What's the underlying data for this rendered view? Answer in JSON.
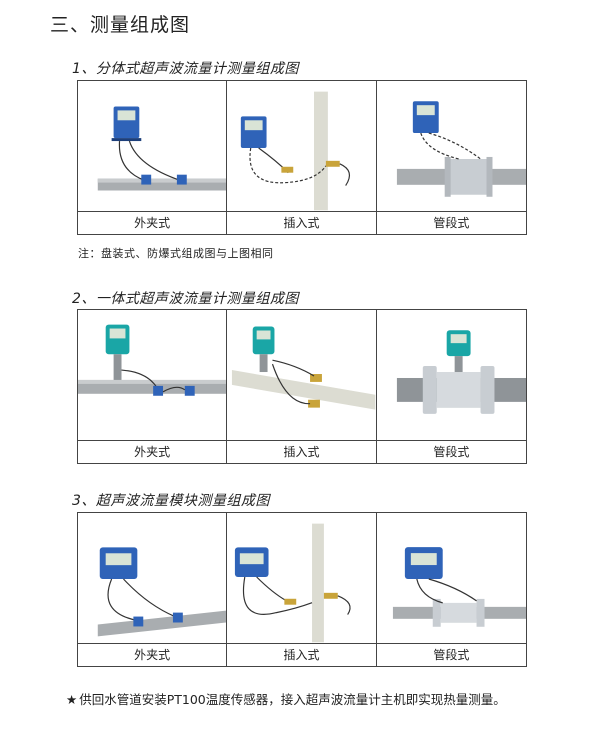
{
  "main_title": "三、测量组成图",
  "sections": [
    {
      "title": "1、分体式超声波流量计测量组成图",
      "captions": [
        "外夹式",
        "插入式",
        "管段式"
      ]
    },
    {
      "title": "2、一体式超声波流量计测量组成图",
      "captions": [
        "外夹式",
        "插入式",
        "管段式"
      ]
    },
    {
      "title": "3、超声波流量模块测量组成图",
      "captions": [
        "外夹式",
        "插入式",
        "管段式"
      ]
    }
  ],
  "note": "注：盘装式、防爆式组成图与上图相同",
  "footer": {
    "star": "★",
    "text": "供回水管道安装PT100温度传感器，接入超声波流量计主机即实现热量测量。"
  },
  "colors": {
    "device_blue": "#2f63b8",
    "device_teal": "#1aa6a6",
    "pipe_gray": "#a9adb0",
    "vertical_pipe": "#dcdcd2",
    "sensor_brass": "#c9a43a",
    "flange_silver": "#c8cdd2"
  }
}
